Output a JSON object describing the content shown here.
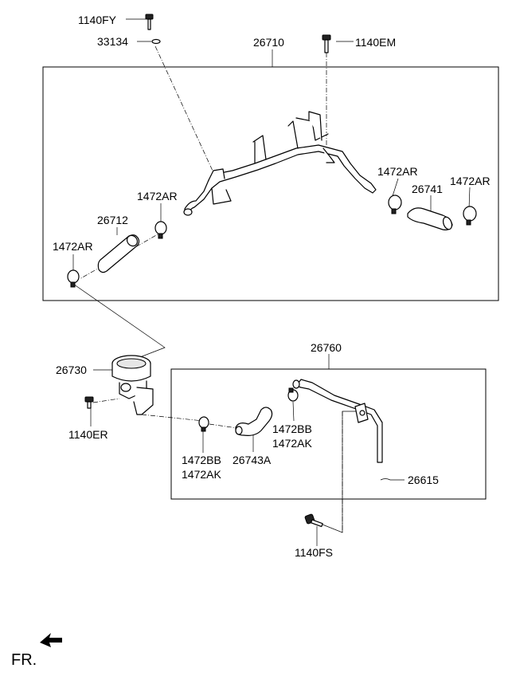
{
  "labels": {
    "l_1140FY": "1140FY",
    "l_33134": "33134",
    "l_26710": "26710",
    "l_1140EM": "1140EM",
    "l_1472AR_a": "1472AR",
    "l_1472AR_b": "1472AR",
    "l_26741": "26741",
    "l_1472AR_c": "1472AR",
    "l_26712": "26712",
    "l_1472AR_d": "1472AR",
    "l_26760": "26760",
    "l_26730": "26730",
    "l_1140ER": "1140ER",
    "l_1472BB_a": "1472BB",
    "l_1472AK_a": "1472AK",
    "l_1472BB_b": "1472BB",
    "l_1472AK_b": "1472AK",
    "l_26743A": "26743A",
    "l_26615": "26615",
    "l_1140FS": "1140FS",
    "l_FR": "FR."
  },
  "icons": {
    "direction_arrow": "front-direction-arrow-icon"
  }
}
